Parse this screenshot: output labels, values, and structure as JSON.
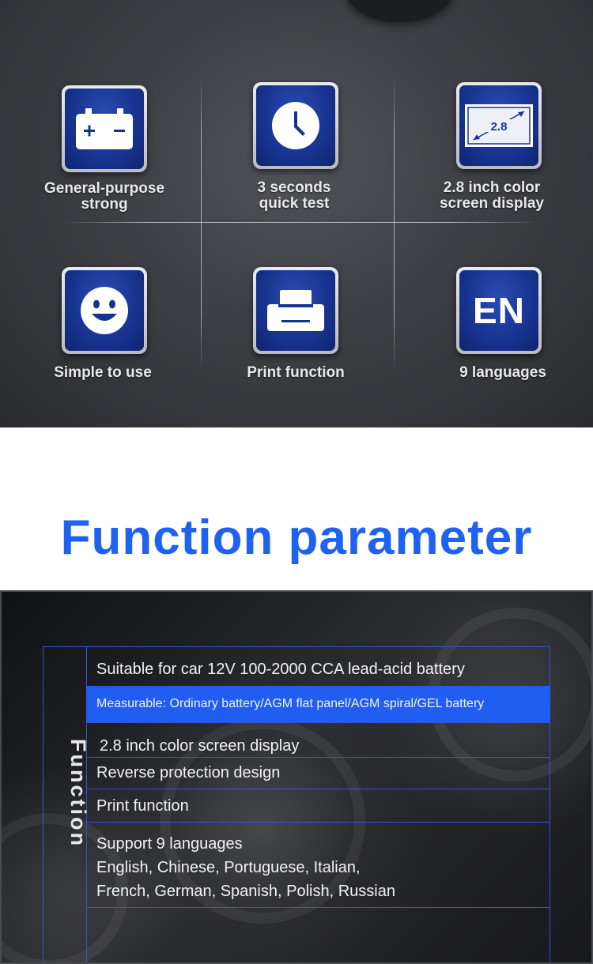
{
  "features": {
    "items": [
      {
        "label_line1": "General-purpose",
        "label_line2": "strong",
        "icon": "battery-icon"
      },
      {
        "label_line1": "3 seconds",
        "label_line2": "quick test",
        "icon": "clock-icon"
      },
      {
        "label_line1": "2.8 inch color",
        "label_line2": "screen display",
        "icon": "screen-size-icon",
        "icon_text": "2.8"
      },
      {
        "label_line1": "Simple to use",
        "label_line2": "",
        "icon": "smiley-icon"
      },
      {
        "label_line1": "Print function",
        "label_line2": "",
        "icon": "printer-icon"
      },
      {
        "label_line1": "9 languages",
        "label_line2": "",
        "icon": "language-icon",
        "icon_text": "EN"
      }
    ]
  },
  "heading": "Function parameter",
  "params": {
    "side_label": "Function",
    "rows": [
      "Suitable for car 12V 100-2000 CCA lead-acid battery",
      "Measurable: Ordinary battery/AGM flat panel/AGM spiral/GEL battery",
      "2.8 inch color screen display",
      "Reverse protection design",
      "Print function",
      "Support 9 languages",
      "English, Chinese, Portuguese, Italian,",
      "French, German, Spanish, Polish, Russian"
    ]
  },
  "colors": {
    "accent_blue": "#1f61f0",
    "highlight_row": "#1f5ef0",
    "tile_blue": "#17338f",
    "table_border": "#2f56d8"
  }
}
